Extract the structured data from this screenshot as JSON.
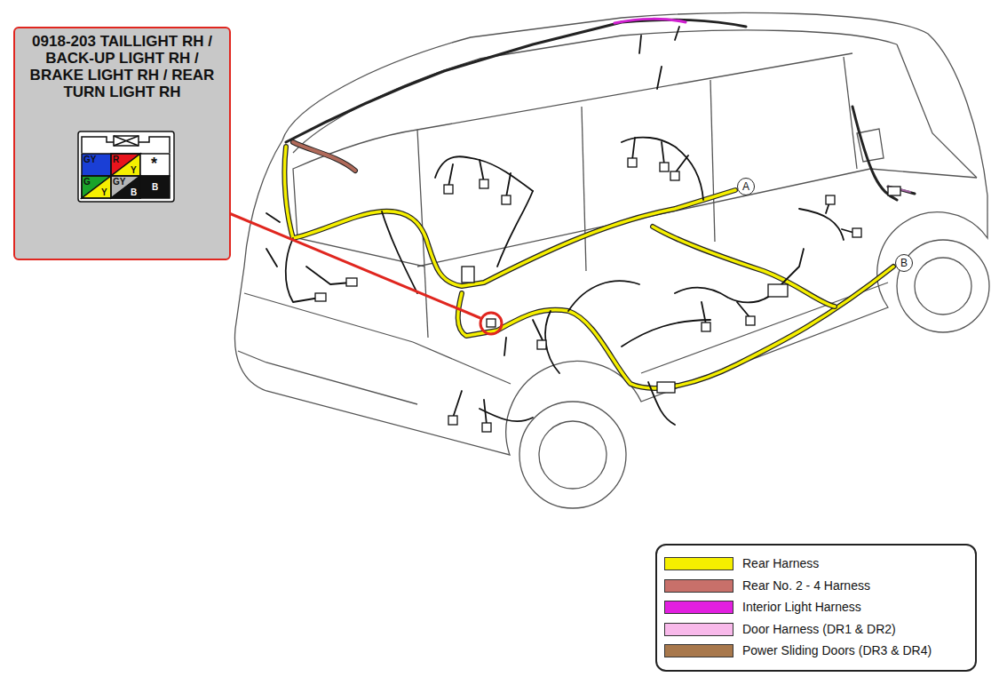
{
  "diagram": {
    "nodes": [
      {
        "text": [
          "0918-203 TAILLIGHT RH / BACK-UP LIGHT RH / BRAKE LIGHT RH / REAR TURN LIGHT RH"
        ]
      },
      {
        "text": [
          "A"
        ]
      },
      {
        "text": [
          "B"
        ]
      }
    ],
    "labels": [
      "GY",
      "R",
      "Y",
      "*",
      "G",
      "Y",
      "GY",
      "B",
      "B"
    ],
    "legend": [
      {
        "text": "Rear Harness",
        "color": "#f5ef00"
      },
      {
        "text": "Rear No. 2 - 4 Harness",
        "color": "#c8706a"
      },
      {
        "text": "Interior Light Harness",
        "color": "#e21fe0"
      },
      {
        "text": "Door Harness (DR1 & DR2)",
        "color": "#f8b9ea"
      },
      {
        "text": "Power Sliding Doors (DR3 & DR4)",
        "color": "#a8784c"
      }
    ]
  }
}
